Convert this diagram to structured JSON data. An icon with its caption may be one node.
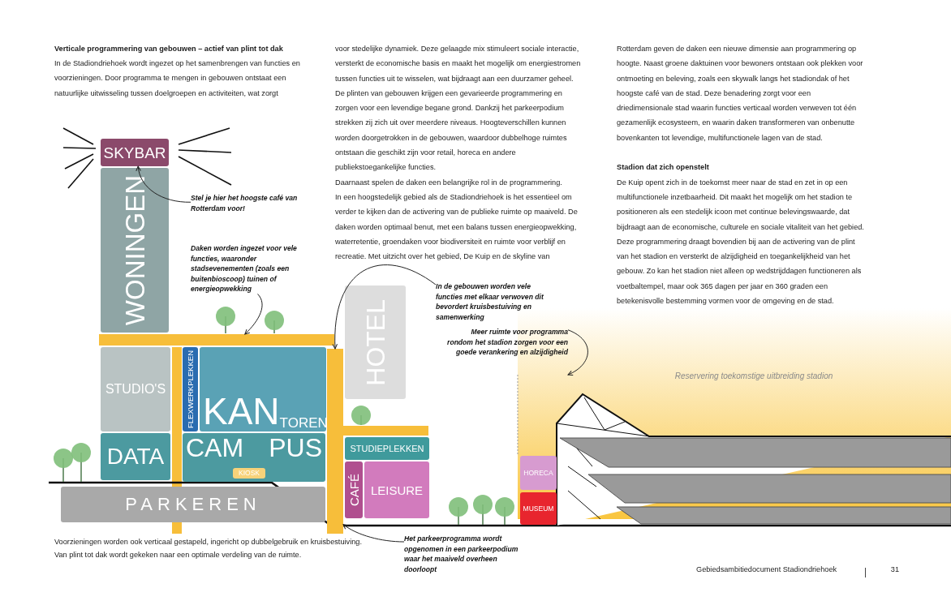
{
  "diagram": {
    "title": "Verticale programmering van gebouwen – actief van plint tot dak",
    "caption": "Voorzieningen worden ook verticaal gestapeld, ingericht op dubbelgebruik en kruisbestuiving. Van plint tot dak wordt gekeken naar een optimale verdeling van de ruimte.",
    "nodes": [
      {
        "text": [
          "SKYBAR"
        ]
      },
      {
        "text": [
          "WONINGEN"
        ]
      },
      {
        "text": [
          "STUDIO'S"
        ]
      },
      {
        "text": [
          "FLEXWERKPLEKKEN"
        ]
      },
      {
        "text": [
          "KAN",
          "TOREN"
        ]
      },
      {
        "text": [
          "DATA"
        ]
      },
      {
        "text": [
          "CAM",
          "PUS"
        ]
      },
      {
        "text": [
          "KIOSK"
        ],
        "in": 6
      },
      {
        "text": [
          "PARKEREN"
        ]
      },
      {
        "text": [
          "HOTEL"
        ]
      },
      {
        "text": [
          "STUDIEPLEKKEN"
        ]
      },
      {
        "text": [
          "CAFÉ"
        ]
      },
      {
        "text": [
          "LEISURE"
        ]
      },
      {
        "text": [
          "HORECA"
        ]
      },
      {
        "text": [
          "MUSEUM"
        ]
      },
      {
        "text": [
          "Reservering toekomstige uitbreiding stadion"
        ]
      },
      {
        "text": [
          "Stel je hier het hoogste café van Rotterdam voor!"
        ]
      },
      {
        "text": [
          "Daken worden ingezet voor vele functies, waaronder stadsevenementen (zoals een buitenbioscoop) tuinen of energieopwekking"
        ]
      },
      {
        "text": [
          "In de gebouwen worden vele functies met elkaar verwoven dit bevordert kruisbestuiving en samenwerking"
        ]
      },
      {
        "text": [
          "Meer ruimte voor programma rondom het stadion zorgen voor een goede verankering en alzijdigheid"
        ]
      },
      {
        "text": [
          "Het parkeerprogramma wordt opgenomen in een parkeerpodium waar het maaiveld overheen doorloopt"
        ]
      },
      {
        "text": [],
        "shape": "bar"
      },
      {
        "text": [],
        "shape": "bar"
      }
    ],
    "edges": [
      {
        "from": 16,
        "to": 0,
        "arrow": "to"
      },
      {
        "from": 17,
        "to": 21,
        "arrow": "to"
      },
      {
        "from": 18,
        "to": 22,
        "arrow": "to"
      },
      {
        "from": 19,
        "to": null,
        "arrow": "to"
      },
      {
        "from": 20,
        "to": 22,
        "arrow": "to"
      }
    ],
    "labels": [
      "In de Stadiondriehoek wordt ingezet op het samenbrengen van functies en voorzieningen. Door programma te mengen in gebouwen ontstaat een natuurlijke uitwisseling tussen doelgroepen en activiteiten, wat zorgt",
      "voor stedelijke dynamiek. Deze gelaagde mix stimuleert sociale interactie, versterkt de economische basis en maakt het mogelijk om energiestromen tussen functies uit te wisselen, wat bijdraagt aan een duurzamer geheel. De plinten van gebouwen krijgen een gevarieerde programmering en zorgen voor een levendige begane grond. Dankzij het parkeerpodium strekken zij zich uit over meerdere niveaus. Hoogteverschillen kunnen worden doorgetrokken in de gebouwen, waardoor dubbelhoge ruimtes ontstaan die geschikt zijn voor retail, horeca en andere publiekstoegankelijke functies.",
      "Daarnaast spelen de daken een belangrijke rol in de programmering.",
      "In een hoogstedelijk gebied als de Stadiondriehoek is het essentieel om verder te kijken dan de activering van de publieke ruimte op maaiveld. De daken worden optimaal benut, met een balans tussen energieopwekking, waterretentie, groendaken voor biodiversiteit en ruimte voor verblijf en recreatie. Met uitzicht over het gebied, De Kuip en de skyline van",
      "Rotterdam geven de daken een nieuwe dimensie aan programmering op hoogte. Naast groene daktuinen voor bewoners ontstaan ook plekken voor ontmoeting en beleving, zoals een skywalk langs het stadiondak of het hoogste café van de stad. Deze benadering zorgt voor een driedimensionale stad waarin functies verticaal worden verweven tot één gezamenlijk ecosysteem, en waarin daken transformeren van onbenutte bovenkanten tot levendige, multifunctionele lagen van de stad.",
      "Stadion dat zich openstelt",
      "De Kuip opent zich in de toekomst meer naar de stad en zet in op een multifunctionele inzetbaarheid. Dit maakt het mogelijk om het stadion te positioneren als een stedelijk icoon met continue belevingswaarde, dat bijdraagt aan de economische, culturele en sociale vitaliteit van het gebied. Deze programmering draagt bovendien bij aan de activering van de plint van het stadion en versterkt de alzijdigheid en toegankelijkheid van het gebouw. Zo kan het stadion niet alleen op wedstrijddagen functioneren als voetbaltempel, maar ook 365 dagen per jaar en 360 graden een betekenisvolle bestemming vormen voor de omgeving en de stad.",
      "Gebiedsambitiedocument Stadiondriehoek",
      "31"
    ]
  }
}
